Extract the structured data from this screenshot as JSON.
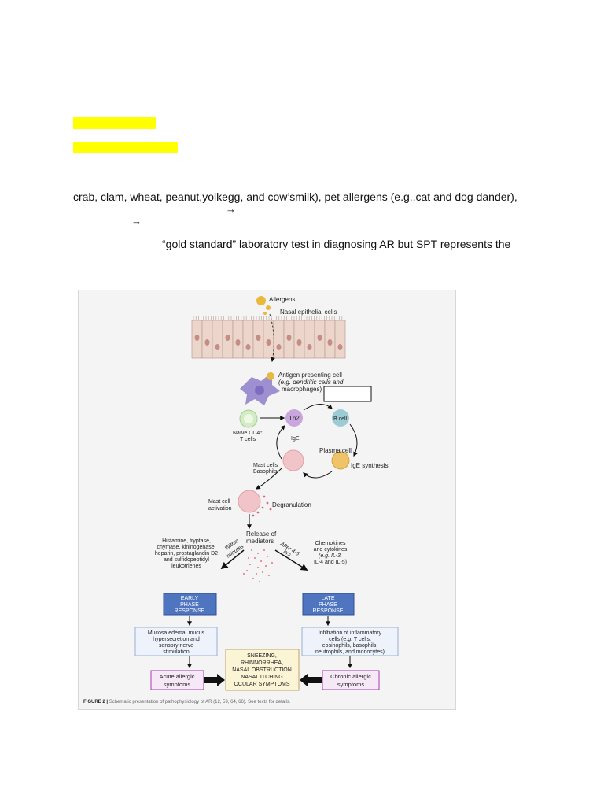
{
  "document": {
    "line1": "crab, clam, wheat, peanut,yolkegg, and cow’smilk), pet allergens (e.g.,cat and dog dander),",
    "arrow_glyph": "→",
    "line3": "“gold standard” laboratory test in diagnosing AR but SPT represents the"
  },
  "figure": {
    "allergens": "Allergens",
    "nasal_epithelial": "Nasal epithelial cells",
    "apc_line1": "Antigen presenting cell",
    "apc_line2": "(e.g. dendritic cells and",
    "apc_line3": "macrophages)",
    "naive_line1": "Naïve CD4⁺",
    "naive_line2": "T cells",
    "th2": "Th2",
    "bcell": "B cell",
    "ige": "IgE",
    "plasma_cell": "Plasma cell",
    "ige_synthesis": "IgE synthesis",
    "mast_line1": "Mast cells",
    "mast_line2": "Basophils",
    "mast_act_line1": "Mast cell",
    "mast_act_line2": "activation",
    "degranulation": "Degranulation",
    "release_line1": "Release of",
    "release_line2": "mediators",
    "within_line1": "Within",
    "within_line2": "minutes",
    "after_line1": "After 4-6",
    "after_line2": "hrs",
    "left_med_1": "Histamine, tryptase,",
    "left_med_2": "chymase, kininogenase,",
    "left_med_3": "heparin, prostaglandin D2",
    "left_med_4": "and sulfidopeptidyl",
    "left_med_5": "leukotrienes",
    "right_med_1": "Chemokines",
    "right_med_2": "and cytokines",
    "right_med_3": "(e.g. IL-3,",
    "right_med_4": "IL-4 and IL-5)",
    "early_1": "EARLY",
    "early_2": "PHASE",
    "early_3": "RESPONSE",
    "late_1": "LATE",
    "late_2": "PHASE",
    "late_3": "RESPONSE",
    "mucosa_1": "Mucosa edema, mucus",
    "mucosa_2": "hypersecretion and",
    "mucosa_3": "sensory nerve",
    "mucosa_4": "stimulation",
    "infil_1": "Infiltration of inflammatory",
    "infil_2": "cells (e.g. T cells,",
    "infil_3": "eosinophils, basophils,",
    "infil_4": "neutrophils, and monocytes)",
    "sym_1": "SNEEZING,",
    "sym_2": "RHINNORRHEA,",
    "sym_3": "NASAL OBSTRUCTION",
    "sym_4": "NASAL ITCHING",
    "sym_5": "OCULAR SYMPTOMS",
    "acute_1": "Acute allergic",
    "acute_2": "symptoms",
    "chronic_1": "Chronic allergic",
    "chronic_2": "symptoms",
    "caption_bold": "FIGURE 2 |",
    "caption_rest": " Schematic presentation of pathophysiology of AR (12, 59, 64, 66). See texts for details.",
    "colors": {
      "highlight": "#ffff00",
      "phase_box": "#4f74c0",
      "symptom_box": "#fbf5d6",
      "purple_box": "#a13fa8",
      "light_box": "#eef3fb"
    }
  }
}
